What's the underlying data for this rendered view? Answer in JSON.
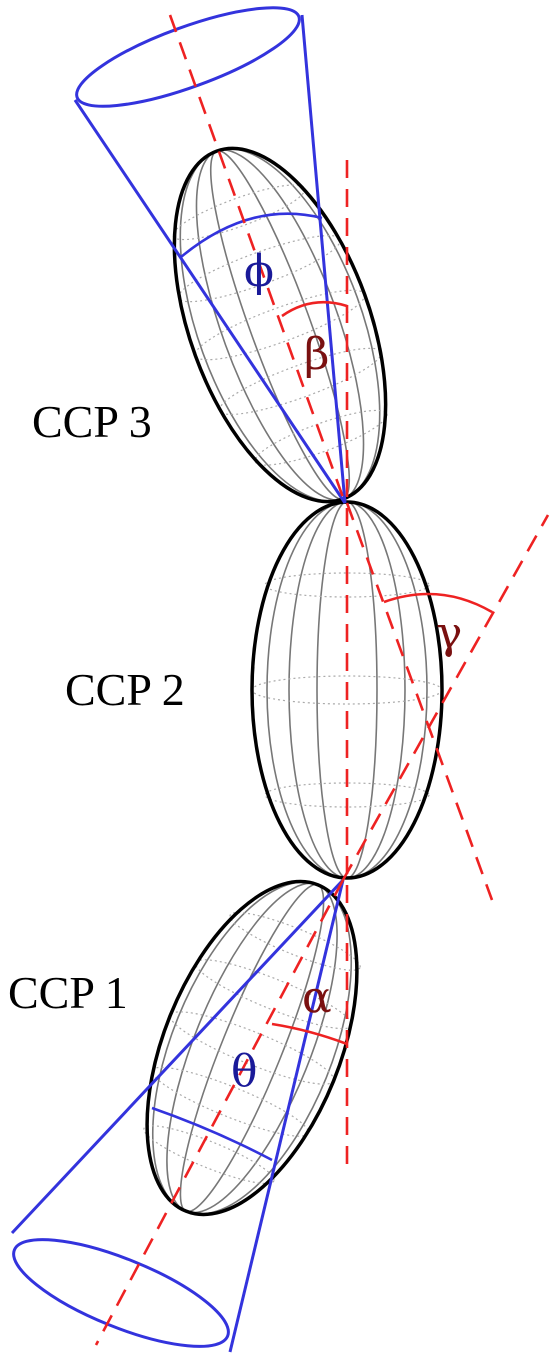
{
  "colors": {
    "cone": "#3333dd",
    "axis": "#ee2222",
    "angle_label_blue": "#1a1a99",
    "angle_label_red": "#7a1010",
    "outline": "#000000"
  },
  "labels": {
    "ccp3": "CCP 3",
    "ccp2": "CCP 2",
    "ccp1": "CCP 1"
  },
  "angles": {
    "phi": "ϕ",
    "beta": "β",
    "gamma": "γ",
    "alpha": "α",
    "theta": "θ"
  }
}
